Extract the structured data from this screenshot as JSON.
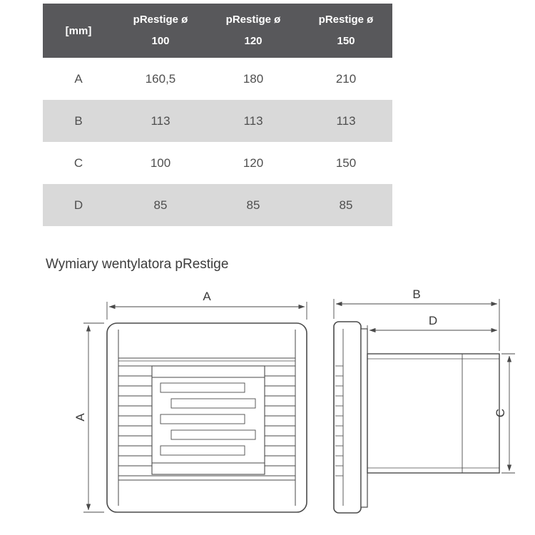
{
  "table": {
    "header": {
      "unit": "[mm]",
      "cols": [
        {
          "line1": "pRestige ø",
          "line2": "100"
        },
        {
          "line1": "pRestige ø",
          "line2": "120"
        },
        {
          "line1": "pRestige ø",
          "line2": "150"
        }
      ]
    },
    "rows": [
      {
        "label": "A",
        "values": [
          "160,5",
          "180",
          "210"
        ]
      },
      {
        "label": "B",
        "values": [
          "113",
          "113",
          "113"
        ]
      },
      {
        "label": "C",
        "values": [
          "100",
          "120",
          "150"
        ]
      },
      {
        "label": "D",
        "values": [
          "85",
          "85",
          "85"
        ]
      }
    ]
  },
  "section_title": "Wymiary wentylatora pRestige",
  "diagram": {
    "front_view": {
      "dim_top": "A",
      "dim_left": "A"
    },
    "side_view": {
      "dim_depth": "B",
      "dim_duct": "D",
      "dim_diameter": "C"
    }
  },
  "colors": {
    "header_bg": "#58585b",
    "header_text": "#ffffff",
    "stripe_bg": "#d9d9d9",
    "body_text": "#4f4f4f",
    "drawing_line": "#4a4a4a"
  }
}
